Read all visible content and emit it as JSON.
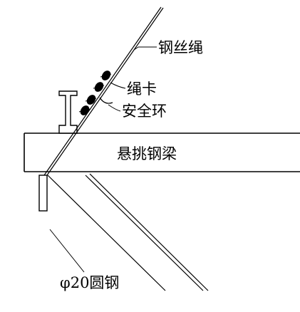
{
  "labels": {
    "wire_rope": "钢丝绳",
    "rope_clip": "绳卡",
    "safety_ring": "安全环",
    "cantilever_beam": "悬挑钢梁",
    "round_steel": "φ20圆钢"
  },
  "colors": {
    "stroke": "#000000",
    "background": "#ffffff"
  }
}
